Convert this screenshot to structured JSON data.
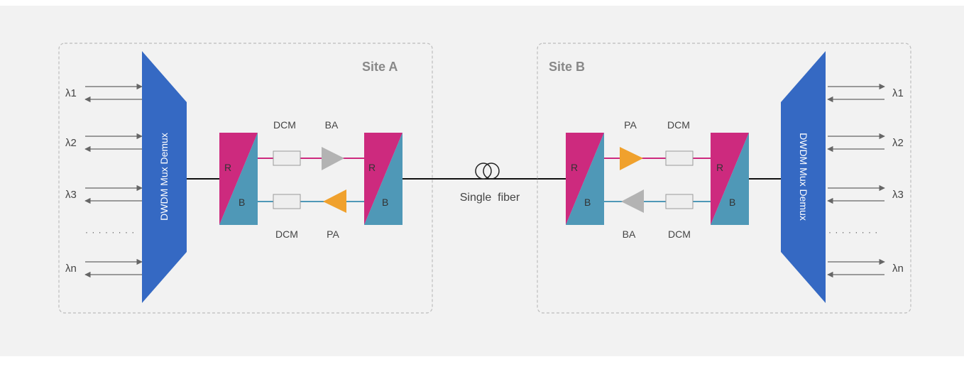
{
  "colors": {
    "background": "#f2f2f2",
    "mux": "#3569c3",
    "red": "#cd2a7e",
    "blue": "#4f98b7",
    "amp_orange": "#f0a12d",
    "amp_gray": "#b3b3b3",
    "text": "#444444",
    "arrow": "#666666",
    "dashed_border": "#bdbdbd"
  },
  "site_a": {
    "title": "Site A",
    "mux_label": "DWDM Mux Demux",
    "wavelengths": [
      "λ1",
      "λ2",
      "λ3",
      "λn"
    ],
    "dots": "· · · · · · · ·",
    "filter_left": {
      "r": "R",
      "b": "B"
    },
    "filter_right": {
      "r": "R",
      "b": "B"
    },
    "top_path": {
      "dcm": "DCM",
      "amp": "BA"
    },
    "bottom_path": {
      "dcm": "DCM",
      "amp": "PA"
    }
  },
  "site_b": {
    "title": "Site B",
    "mux_label": "DWDM Mux Demux",
    "wavelengths": [
      "λ1",
      "λ2",
      "λ3",
      "λn"
    ],
    "dots": "· · · · · · · ·",
    "filter_left": {
      "r": "R",
      "b": "B"
    },
    "filter_right": {
      "r": "R",
      "b": "B"
    },
    "top_path": {
      "amp": "PA",
      "dcm": "DCM"
    },
    "bottom_path": {
      "amp": "BA",
      "dcm": "DCM"
    }
  },
  "link": {
    "label": "Single  fiber",
    "icon": "fiber-spool-icon"
  }
}
